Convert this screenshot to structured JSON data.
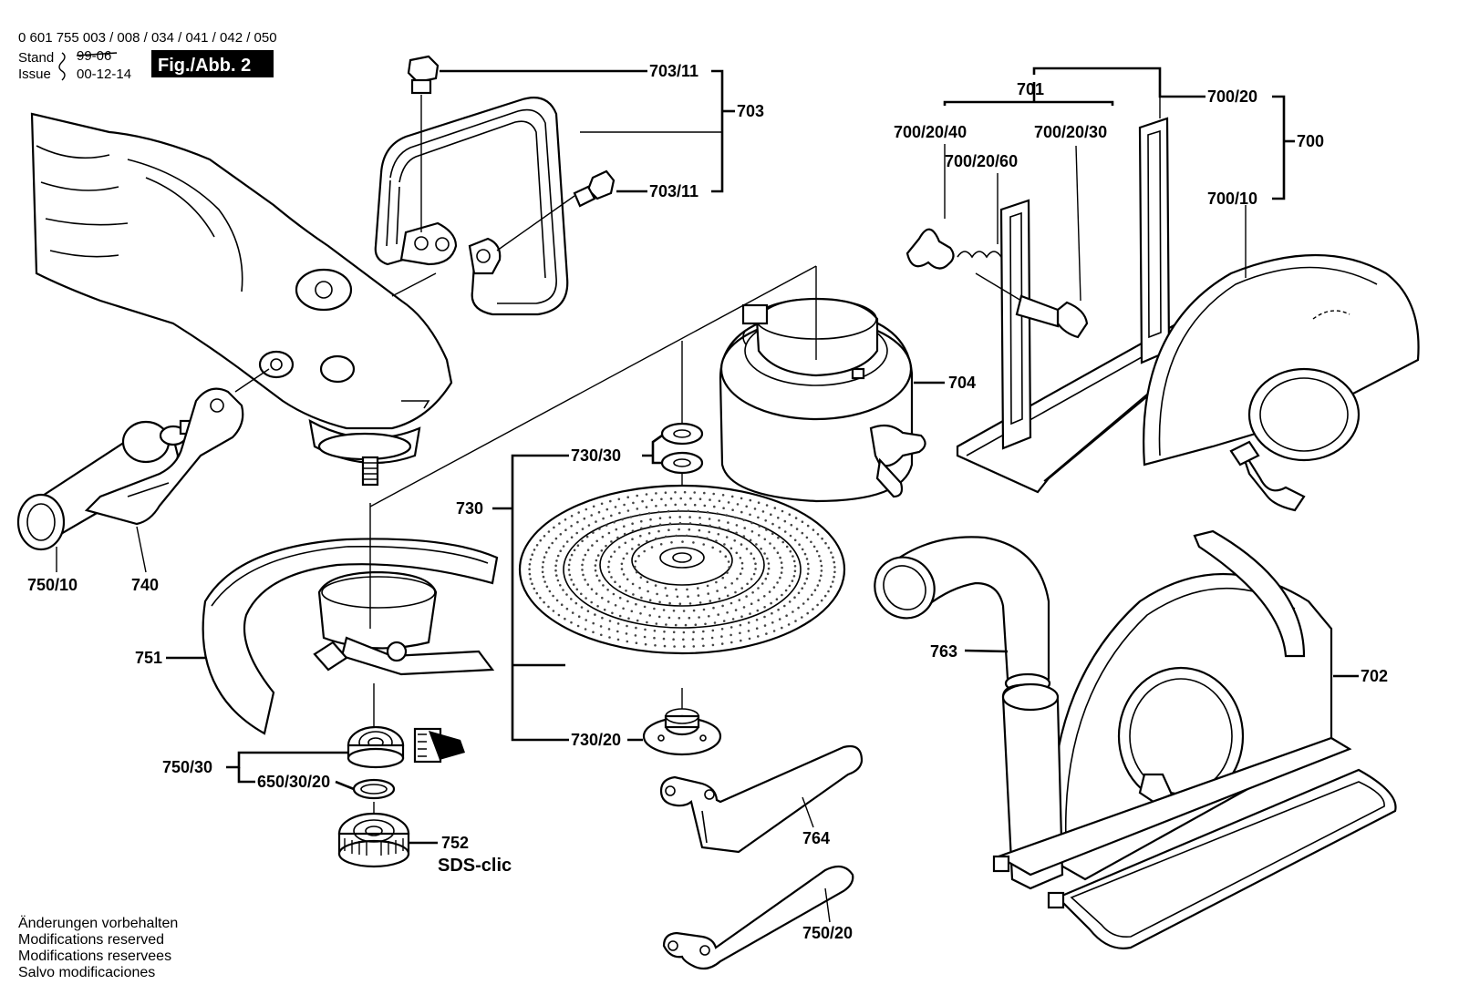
{
  "header": {
    "part_numbers": "0 601 755 003 / 008 / 034 / 041 / 042 / 050",
    "stand_label": "Stand",
    "stand_date": "99-06",
    "issue_label": "Issue",
    "issue_date": "00-12-14",
    "figure_label": "Fig./Abb. 2"
  },
  "callouts": {
    "p703_11_a": "703/11",
    "p703_11_b": "703/11",
    "p703": "703",
    "p701": "701",
    "p700_20": "700/20",
    "p700": "700",
    "p700_10": "700/10",
    "p700_20_40": "700/20/40",
    "p700_20_60": "700/20/60",
    "p700_20_30": "700/20/30",
    "p704": "704",
    "p730_30": "730/30",
    "p730": "730",
    "p730_20": "730/20",
    "p750_10": "750/10",
    "p740": "740",
    "p751": "751",
    "p750_30": "750/30",
    "p650_30_20": "650/30/20",
    "p752": "752",
    "sds": "SDS-clic",
    "p763": "763",
    "p702": "702",
    "p764": "764",
    "p750_20": "750/20"
  },
  "footer": {
    "line1": "Änderungen vorbehalten",
    "line2": "Modifications reserved",
    "line3": "Modifications reservees",
    "line4": "Salvo modificaciones"
  }
}
